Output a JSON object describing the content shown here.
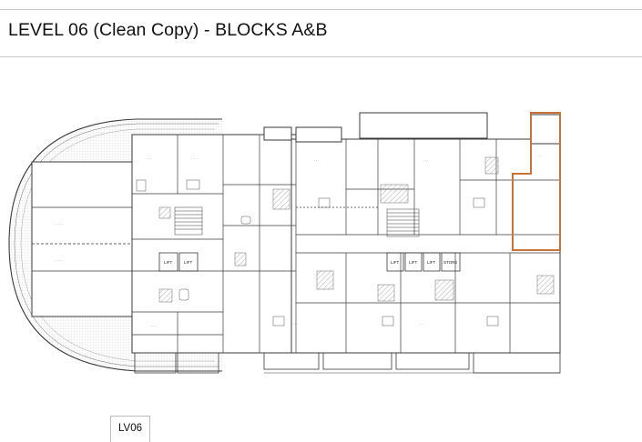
{
  "page": {
    "title": "LEVEL 06 (Clean Copy) - BLOCKS A&B",
    "level_code": "LV06"
  },
  "plan": {
    "lift_label": "LIFT",
    "store_label": "STORE",
    "colors": {
      "line": "#3a3a3a",
      "hatch": "#9a9a9a",
      "highlight": "#c8733a"
    }
  }
}
